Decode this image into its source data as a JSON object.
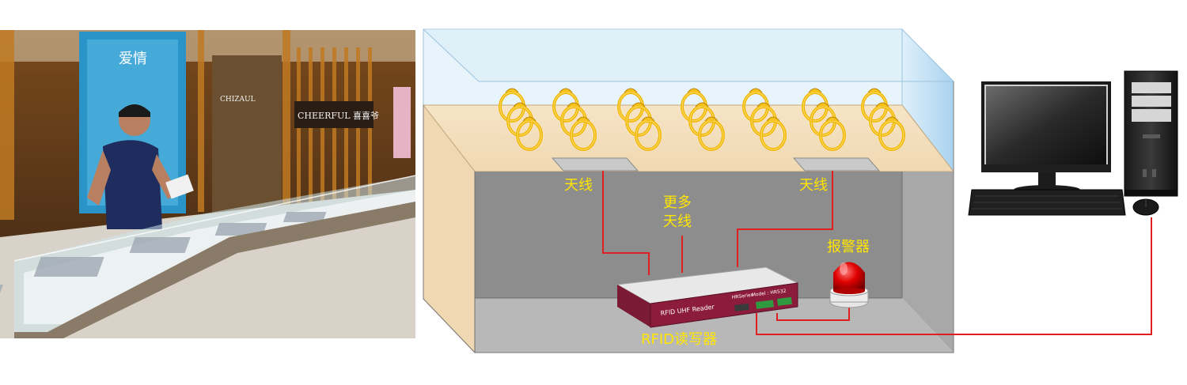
{
  "photo": {
    "store_sign": "CHEERFUL 喜喜爷",
    "store_sign_small": "CHIZAUL",
    "poster_text": "爱情"
  },
  "diagram": {
    "antenna_left_label": "天线",
    "antenna_right_label": "天线",
    "more_antennas_line1": "更多",
    "more_antennas_line2": "天线",
    "alarm_label": "报警器",
    "reader_label": "RFID读写器",
    "reader_faceplate": "RFID UHF Reader",
    "reader_series": "HRSeries",
    "reader_model": "Model : HR532"
  },
  "colors": {
    "cable": "#e02020",
    "label": "#ffe600",
    "cabinet_gray": "#a8a8a8",
    "glass_blue": "#c9e4f5",
    "reader_body": "#8c1c3c",
    "ring_gold": "#f2b705"
  },
  "icons": {
    "alarm": "beacon-icon",
    "computer": "desktop-computer-icon",
    "ring": "gold-ring-icon"
  }
}
